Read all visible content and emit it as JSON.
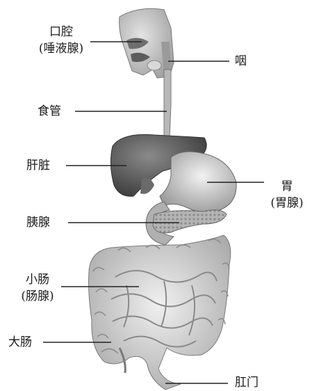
{
  "labels": {
    "mouth": "口腔",
    "salivary": "(唾液腺)",
    "pharynx": "咽",
    "esophagus": "食管",
    "liver": "肝脏",
    "stomach": "胃",
    "gastric_gland": "(胃腺)",
    "pancreas": "胰腺",
    "small_intestine": "小肠",
    "intestinal_gland": "(肠腺)",
    "large_intestine": "大肠",
    "anus": "肛门"
  },
  "colors": {
    "organ_dark": "#4a4a4a",
    "organ_mid": "#8c8c8c",
    "organ_light": "#c8c8c8",
    "leader_line": "#222222",
    "text": "#1a1a1a"
  }
}
